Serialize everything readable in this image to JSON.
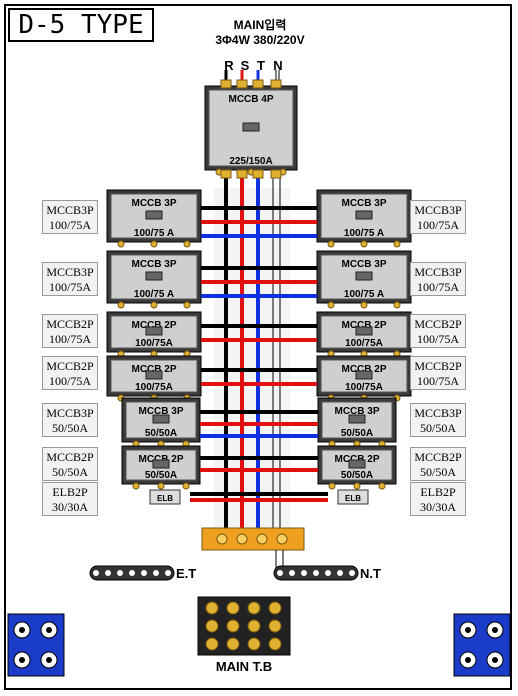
{
  "title": "D-5 TYPE",
  "main_input": {
    "label": "MAIN입력",
    "spec": "3Φ4W 380/220V"
  },
  "phases": [
    "R",
    "S",
    "T",
    "N"
  ],
  "main_breaker": {
    "type": "MCCB 4P",
    "rating": "225/150A"
  },
  "left_breakers": [
    {
      "type": "MCCB 3P",
      "rating": "100/75 A"
    },
    {
      "type": "MCCB 3P",
      "rating": "100/75 A"
    },
    {
      "type": "MCCB 2P",
      "rating": "100/75A"
    },
    {
      "type": "MCCB 2P",
      "rating": "100/75A"
    },
    {
      "type": "MCCB 3P",
      "rating": "50/50A"
    },
    {
      "type": "MCCB 2P",
      "rating": "50/50A"
    },
    {
      "type": "ELB",
      "rating": ""
    }
  ],
  "right_breakers": [
    {
      "type": "MCCB 3P",
      "rating": "100/75 A"
    },
    {
      "type": "MCCB 3P",
      "rating": "100/75 A"
    },
    {
      "type": "MCCB 2P",
      "rating": "100/75A"
    },
    {
      "type": "MCCB 2P",
      "rating": "100/75A"
    },
    {
      "type": "MCCB 3P",
      "rating": "50/50A"
    },
    {
      "type": "MCCB 2P",
      "rating": "50/50A"
    },
    {
      "type": "ELB",
      "rating": ""
    }
  ],
  "left_labels": [
    [
      "MCCB3P",
      "100/75A"
    ],
    [
      "MCCB3P",
      "100/75A"
    ],
    [
      "MCCB2P",
      "100/75A"
    ],
    [
      "MCCB2P",
      "100/75A"
    ],
    [
      "MCCB3P",
      "50/50A"
    ],
    [
      "MCCB2P",
      "50/50A"
    ],
    [
      "ELB2P",
      "30/30A"
    ]
  ],
  "right_labels": [
    [
      "MCCB3P",
      "100/75A"
    ],
    [
      "MCCB3P",
      "100/75A"
    ],
    [
      "MCCB2P",
      "100/75A"
    ],
    [
      "MCCB2P",
      "100/75A"
    ],
    [
      "MCCB3P",
      "50/50A"
    ],
    [
      "MCCB2P",
      "50/50A"
    ],
    [
      "ELB2P",
      "30/30A"
    ]
  ],
  "earth_terminal": "E.T",
  "neutral_terminal": "N.T",
  "main_tb": "MAIN T.B",
  "colors": {
    "R": "#000000",
    "S": "#e01010",
    "T": "#1030e0",
    "N": "#ffffff",
    "bus": "#f0a020"
  }
}
